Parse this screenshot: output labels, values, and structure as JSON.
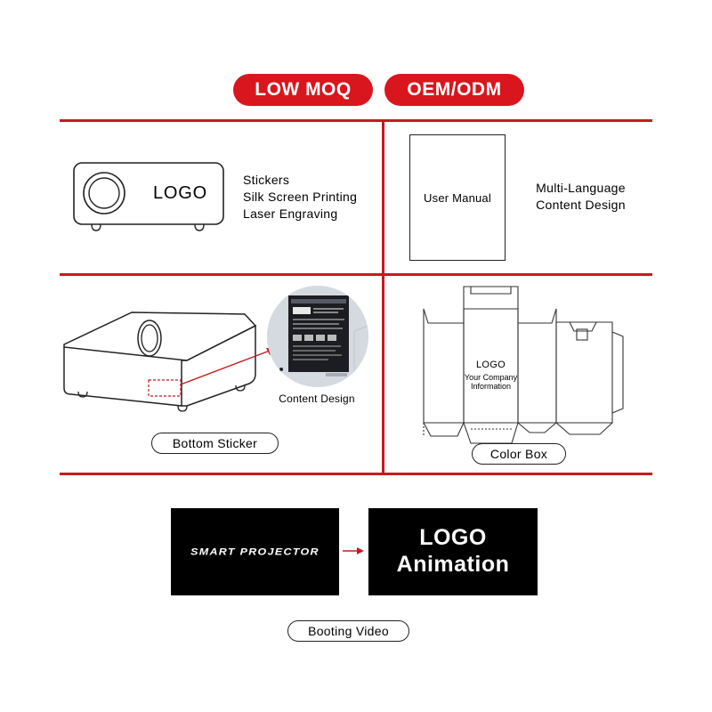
{
  "header": {
    "pill_left": "LOW MOQ",
    "pill_right": "OEM/ODM"
  },
  "logo_panel": {
    "projector_logo": "LOGO",
    "options": [
      "Stickers",
      "Silk Screen Printing",
      "Laser Engraving"
    ]
  },
  "manual_panel": {
    "manual_label": "User Manual",
    "design_line1": "Multi-Language",
    "design_line2": "Content Design"
  },
  "sticker_panel": {
    "content_design_label": "Content Design",
    "caption": "Bottom Sticker"
  },
  "box_panel": {
    "box_logo": "LOGO",
    "box_info_line1": "Your Company",
    "box_info_line2": "Information",
    "caption": "Color Box"
  },
  "boot_panel": {
    "screen_left_text": "SMART PROJECTOR",
    "screen_right_line1": "LOGO",
    "screen_right_line2": "Animation",
    "caption": "Booting Video"
  },
  "colors": {
    "accent_red": "#d9161d",
    "divider_red": "#c51a20",
    "screen_black": "#000000"
  }
}
